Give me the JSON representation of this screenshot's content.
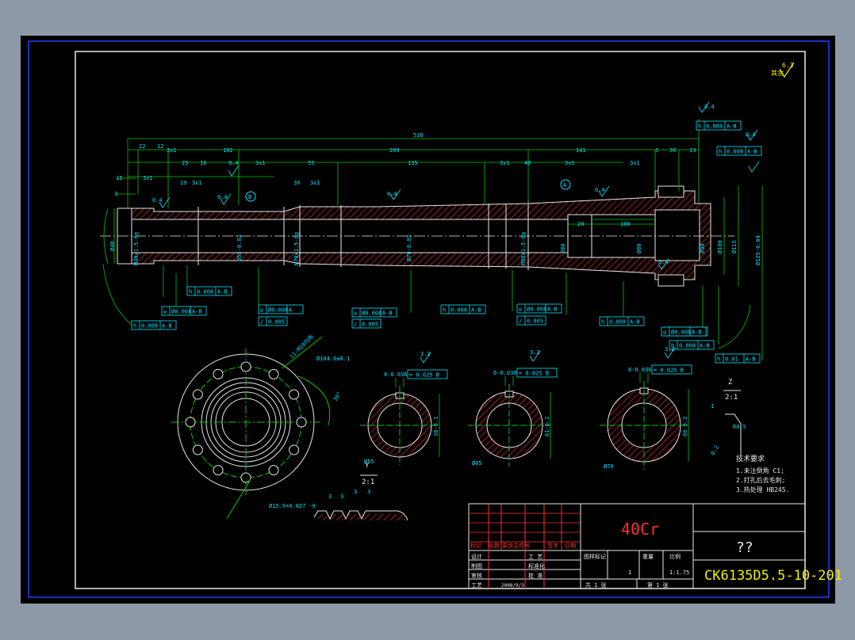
{
  "drawing": {
    "material": "40Cr",
    "part_name": "??",
    "drawing_number": "CK6135D5.5-10-201",
    "scale": "1:1.75",
    "quantity": "1"
  },
  "title_block": {
    "rev_header": [
      "标记",
      "处数",
      "更改文件号",
      "签字",
      "日期"
    ],
    "roles": [
      "设计",
      "制图",
      "审核",
      "工艺"
    ],
    "roles_right": [
      "工 艺",
      "标准化",
      "批 准"
    ],
    "stage_header": [
      "图样标记",
      "重量",
      "比例"
    ],
    "sheets_total": "共 1 张",
    "sheet_no": "第 1 张",
    "date_text": "2008/9/3"
  },
  "tech_requirements": {
    "title": "技术要求",
    "items": [
      "1.未注倒角 C1;",
      "2.打孔后去毛刺;",
      "3.热处理 HB245."
    ]
  },
  "dimensions": {
    "overall": "538",
    "top_row": [
      "22",
      "12",
      "3x1",
      "102",
      "209",
      "141",
      "3",
      "36",
      "13"
    ],
    "second_row": [
      "25",
      "18",
      "3x1",
      "55",
      "135",
      "3x1",
      "40",
      "3x1",
      "3x1"
    ],
    "third_row": [
      "19",
      "3x1",
      "30",
      "3x1"
    ],
    "left": [
      "15",
      "3",
      "3x1"
    ],
    "inner": [
      "20",
      "100"
    ],
    "roughness": [
      "0.4",
      "0.4",
      "0.4",
      "0.4",
      "0.4",
      "0.4",
      "0.4",
      "0.4",
      "3.2",
      "3.2",
      "3.2",
      "6.3"
    ],
    "diameters": [
      "Ø48",
      "M48x1.5-6g",
      "Ø55-0.02",
      "M70x1.5-6g",
      "Ø70-0.02",
      "M80x1.5-6g",
      "Ø80",
      "Ø80",
      "Ø90",
      "Ø100",
      "Ø115",
      "Ø125-0.04"
    ],
    "datum_a": "A",
    "datum_b": "B"
  },
  "tolerance_frames": [
    {
      "sym": "h",
      "val": "0.008",
      "ref": "A-B"
    },
    {
      "sym": "h",
      "val": "0.008",
      "ref": "A-B"
    },
    {
      "sym": "h",
      "val": "0.008",
      "ref": "A-B"
    },
    {
      "sym": "h",
      "val": "0.008",
      "ref": "A-B"
    },
    {
      "sym": "h",
      "val": "0.008",
      "ref": "A-B"
    },
    {
      "sym": "h",
      "val": "0.008",
      "ref": "A-B"
    },
    {
      "sym": "h",
      "val": "0.008",
      "ref": "A-B"
    },
    {
      "sym": "h",
      "val": "0.008",
      "ref": "A-B"
    },
    {
      "sym": "h",
      "val": "0.01",
      "ref": "A-B"
    },
    {
      "sym": "◎",
      "val": "Ø0.008",
      "ref": "A-B"
    },
    {
      "sym": "◎",
      "val": "Ø0.008",
      "ref": "A"
    },
    {
      "sym": "◎",
      "val": "Ø0.008",
      "ref": "A-B"
    },
    {
      "sym": "◎",
      "val": "Ø0.008",
      "ref": "A-B"
    },
    {
      "sym": "◎",
      "val": "Ø0.008",
      "ref": "A-B"
    },
    {
      "sym": "/",
      "val": "0.005",
      "ref": ""
    },
    {
      "sym": "/",
      "val": "0.005",
      "ref": ""
    },
    {
      "sym": "/",
      "val": "0.005",
      "ref": ""
    }
  ],
  "sections": {
    "keyways": [
      {
        "key": "8-0.036",
        "tol": "0.025",
        "ref": "B",
        "dia": "Ø55",
        "depth": "38-0.1"
      },
      {
        "key": "6-0.030",
        "tol": "0.025",
        "ref": "B",
        "dia": "Ø65",
        "depth": "61-0.2"
      },
      {
        "key": "8-0.036",
        "tol": "0.025",
        "ref": "B",
        "dia": "Ø70",
        "depth": "66-0.2"
      }
    ],
    "flange_holes": "11-M10均布",
    "flange_pcd": "Ø104.6±0.1",
    "flange_bolt": "Ø15.9+0.027 -0",
    "flange_angle": "30°",
    "view_y": "Y",
    "view_y_scale": "2:1",
    "view_z": "Z",
    "view_z_scale": "2:1",
    "detail_dims": [
      "3",
      "3",
      "3",
      "3"
    ],
    "z_dims": [
      "1",
      "R0.5",
      "0.2"
    ]
  }
}
